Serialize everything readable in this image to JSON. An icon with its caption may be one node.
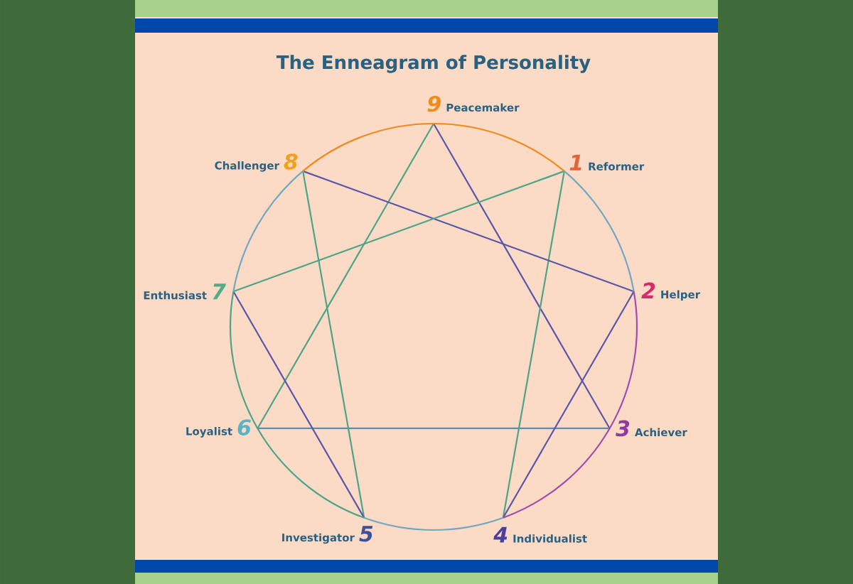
{
  "diagram": {
    "title": "The Enneagram of Personality",
    "nodes": [
      {
        "text": [
          "9",
          "Peacemaker"
        ]
      },
      {
        "text": [
          "1",
          "Reformer"
        ]
      },
      {
        "text": [
          "2",
          "Helper"
        ]
      },
      {
        "text": [
          "3",
          "Achiever"
        ]
      },
      {
        "text": [
          "4",
          "Individualist"
        ]
      },
      {
        "text": [
          "Investigator",
          "5"
        ]
      },
      {
        "text": [
          "Loyalist",
          "6"
        ]
      },
      {
        "text": [
          "Enthusiast",
          "7"
        ]
      },
      {
        "text": [
          "Challenger",
          "8"
        ]
      }
    ],
    "edges": [
      {
        "from": 0,
        "to": 3,
        "arrow": "none",
        "color": "#5a56a8"
      },
      {
        "from": 3,
        "to": 6,
        "arrow": "none",
        "color": "#5a8fb0"
      },
      {
        "from": 6,
        "to": 0,
        "arrow": "none",
        "color": "#4da486"
      },
      {
        "from": 1,
        "to": 4,
        "arrow": "none",
        "color": "#4da486"
      },
      {
        "from": 4,
        "to": 2,
        "arrow": "none",
        "color": "#5a56a8"
      },
      {
        "from": 2,
        "to": 8,
        "arrow": "none",
        "color": "#5a56a8"
      },
      {
        "from": 8,
        "to": 5,
        "arrow": "none",
        "color": "#4da486"
      },
      {
        "from": 5,
        "to": 7,
        "arrow": "none",
        "color": "#5a56a8"
      },
      {
        "from": 7,
        "to": 1,
        "arrow": "none",
        "color": "#4da486"
      },
      {
        "from": 8,
        "to": 0,
        "arrow": "none",
        "color": "#f08a1c"
      },
      {
        "from": 0,
        "to": 1,
        "arrow": "none",
        "color": "#f08a1c"
      },
      {
        "from": 1,
        "to": 2,
        "arrow": "none",
        "color": "#6fa8c0"
      },
      {
        "from": 2,
        "to": 3,
        "arrow": "none",
        "color": "#a24cb0"
      },
      {
        "from": 3,
        "to": 4,
        "arrow": "none",
        "color": "#a24cb0"
      },
      {
        "from": 4,
        "to": 5,
        "arrow": "none",
        "color": "#6fa8c0"
      },
      {
        "from": 5,
        "to": 6,
        "arrow": "none",
        "color": "#4da486"
      },
      {
        "from": 6,
        "to": 7,
        "arrow": "none",
        "color": "#4da486"
      },
      {
        "from": 7,
        "to": 8,
        "arrow": "none",
        "color": "#6fa8c0"
      }
    ]
  }
}
